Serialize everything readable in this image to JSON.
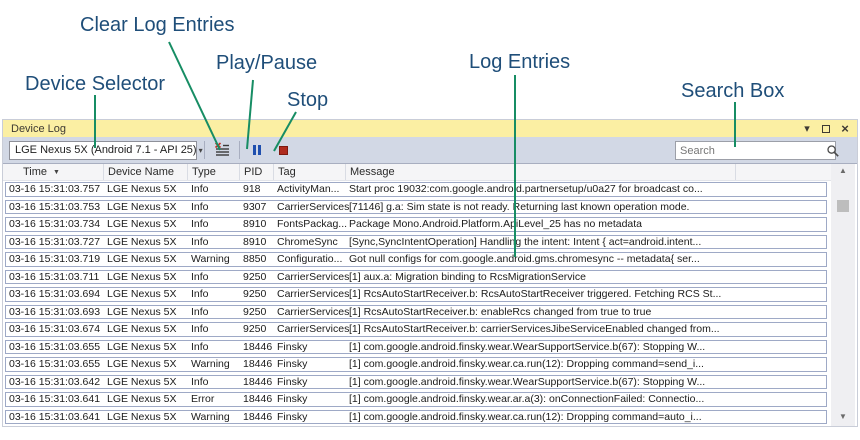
{
  "callouts": {
    "clear_log": "Clear Log Entries",
    "play_pause": "Play/Pause",
    "stop": "Stop",
    "device_selector": "Device Selector",
    "log_entries": "Log Entries",
    "search_box": "Search Box"
  },
  "colors": {
    "callout_text": "#1F4E79",
    "callout_line": "#178D64",
    "titlebar_yellow": "#FBEFA3",
    "toolbar_gray": "#D2D8E5",
    "row_border": "#9EA9C6",
    "pause_blue": "#1F4FAE",
    "stop_red": "#AF2B1E"
  },
  "icons": {
    "window_menu": "▾",
    "window_close": "×",
    "dropdown_arrow": "▾",
    "sort_arrow": "▼",
    "scroll_up": "▲",
    "scroll_down": "▼"
  },
  "window": {
    "title": "Device Log"
  },
  "toolbar": {
    "device_selector_value": "LGE Nexus 5X (Android 7.1 - API 25)",
    "search_placeholder": "Search"
  },
  "log_table": {
    "columns": [
      "Time",
      "Device Name",
      "Type",
      "PID",
      "Tag",
      "Message"
    ],
    "rows": [
      {
        "time": "03-16 15:31:03.757",
        "device": "LGE Nexus 5X",
        "type": "Info",
        "pid": "918",
        "tag": "ActivityMan...",
        "message": "Start proc 19032:com.google.android.partnersetup/u0a27 for broadcast co..."
      },
      {
        "time": "03-16 15:31:03.753",
        "device": "LGE Nexus 5X",
        "type": "Info",
        "pid": "9307",
        "tag": "CarrierServices",
        "message": "[71146] g.a: Sim state is not ready. Returning last known operation mode."
      },
      {
        "time": "03-16 15:31:03.734",
        "device": "LGE Nexus 5X",
        "type": "Info",
        "pid": "8910",
        "tag": "FontsPackag...",
        "message": "Package Mono.Android.Platform.ApiLevel_25 has no metadata"
      },
      {
        "time": "03-16 15:31:03.727",
        "device": "LGE Nexus 5X",
        "type": "Info",
        "pid": "8910",
        "tag": "ChromeSync",
        "message": "[Sync,SyncIntentOperation] Handling the intent: Intent { act=android.intent..."
      },
      {
        "time": "03-16 15:31:03.719",
        "device": "LGE Nexus 5X",
        "type": "Warning",
        "pid": "8850",
        "tag": "Configuratio...",
        "message": "Got null configs for com.google.android.gms.chromesync -- metadata{ ser..."
      },
      {
        "time": "03-16 15:31:03.711",
        "device": "LGE Nexus 5X",
        "type": "Info",
        "pid": "9250",
        "tag": "CarrierServices",
        "message": "[1] aux.a: Migration binding to RcsMigrationService"
      },
      {
        "time": "03-16 15:31:03.694",
        "device": "LGE Nexus 5X",
        "type": "Info",
        "pid": "9250",
        "tag": "CarrierServices",
        "message": "[1] RcsAutoStartReceiver.b: RcsAutoStartReceiver triggered. Fetching RCS St..."
      },
      {
        "time": "03-16 15:31:03.693",
        "device": "LGE Nexus 5X",
        "type": "Info",
        "pid": "9250",
        "tag": "CarrierServices",
        "message": "[1] RcsAutoStartReceiver.b: enableRcs changed from true to true"
      },
      {
        "time": "03-16 15:31:03.674",
        "device": "LGE Nexus 5X",
        "type": "Info",
        "pid": "9250",
        "tag": "CarrierServices",
        "message": "[1] RcsAutoStartReceiver.b: carrierServicesJibeServiceEnabled changed from..."
      },
      {
        "time": "03-16 15:31:03.655",
        "device": "LGE Nexus 5X",
        "type": "Info",
        "pid": "18446",
        "tag": "Finsky",
        "message": "[1] com.google.android.finsky.wear.WearSupportService.b(67): Stopping W..."
      },
      {
        "time": "03-16 15:31:03.655",
        "device": "LGE Nexus 5X",
        "type": "Warning",
        "pid": "18446",
        "tag": "Finsky",
        "message": "[1] com.google.android.finsky.wear.ca.run(12): Dropping command=send_i..."
      },
      {
        "time": "03-16 15:31:03.642",
        "device": "LGE Nexus 5X",
        "type": "Info",
        "pid": "18446",
        "tag": "Finsky",
        "message": "[1] com.google.android.finsky.wear.WearSupportService.b(67): Stopping W..."
      },
      {
        "time": "03-16 15:31:03.641",
        "device": "LGE Nexus 5X",
        "type": "Error",
        "pid": "18446",
        "tag": "Finsky",
        "message": "[1] com.google.android.finsky.wear.ar.a(3): onConnectionFailed: Connectio..."
      },
      {
        "time": "03-16 15:31:03.641",
        "device": "LGE Nexus 5X",
        "type": "Warning",
        "pid": "18446",
        "tag": "Finsky",
        "message": "[1] com.google.android.finsky.wear.ca.run(12): Dropping command=auto_i..."
      }
    ]
  }
}
